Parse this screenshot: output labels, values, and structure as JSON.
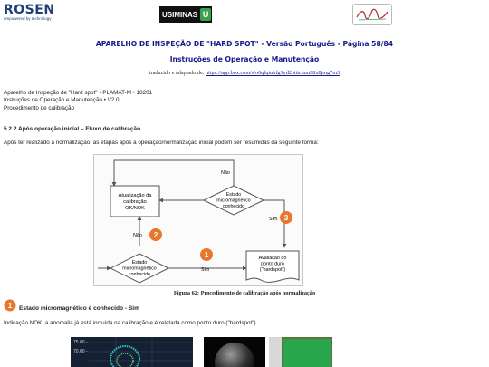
{
  "header": {
    "rosen_name": "ROSEN",
    "rosen_tag": "empowered by technology",
    "usiminas": "USIMINAS",
    "usiminas_mark": "U",
    "title": "APARELHO DE INSPEÇÃO DE \"HARD SPOT\" - Versão Português - Página 58/84",
    "subtitle": "Instruções de Operação e Manutenção",
    "credit_prefix": "traduzido e adaptado de:",
    "credit_link": "https://app.box.com/s/o6qfqtuhfg1yd2otttrfum98x8jmg7m3"
  },
  "meta": {
    "line1": "Aparelho de Inspeção de \"Hard spot\" • PLAMAT-M • 18201",
    "line2": "Instruções de Operação e Manutenção • V2.0",
    "line3": "Procedimento de calibração"
  },
  "section": {
    "heading": "5.2.2 Após operação inicial – Fluxo de calibração",
    "paragraph": "Após ter realizado a normalização, as etapas após a operação/normalização inicial podem ser resumidas da seguinte forma:"
  },
  "diagram": {
    "box_update": [
      "Atualização da",
      "calibração",
      "OK/NOK"
    ],
    "diamond_top": [
      "Estado",
      "micromagnético",
      "conhecido"
    ],
    "diamond_bottom": [
      "Estado",
      "micromagnético",
      "conhecido"
    ],
    "doc_box": [
      "Avaliação do",
      "ponto duro",
      "(\"hardspot\")"
    ],
    "label_nao_top": "Não",
    "label_sim_right": "Sim",
    "label_nao_left": "Não",
    "label_sim_bottom": "Sim",
    "badge1": "1",
    "badge2": "2",
    "badge3": "3",
    "caption": "Figura 62: Procedimento de calibração após normalização"
  },
  "step": {
    "badge": "1",
    "heading": "Estado micromagnético é conhecido - Sim",
    "paragraph": "Indicação NOK, a anomalia já está incluída na calibração e é relatada como ponto duro (\"hardspot\")."
  },
  "screens": {
    "tick1": "75.00 -",
    "tick2": "70.00 -"
  },
  "colors": {
    "title_blue": "#1a1a8a",
    "badge_orange": "#e8772e",
    "diagram_stroke": "#555555"
  }
}
